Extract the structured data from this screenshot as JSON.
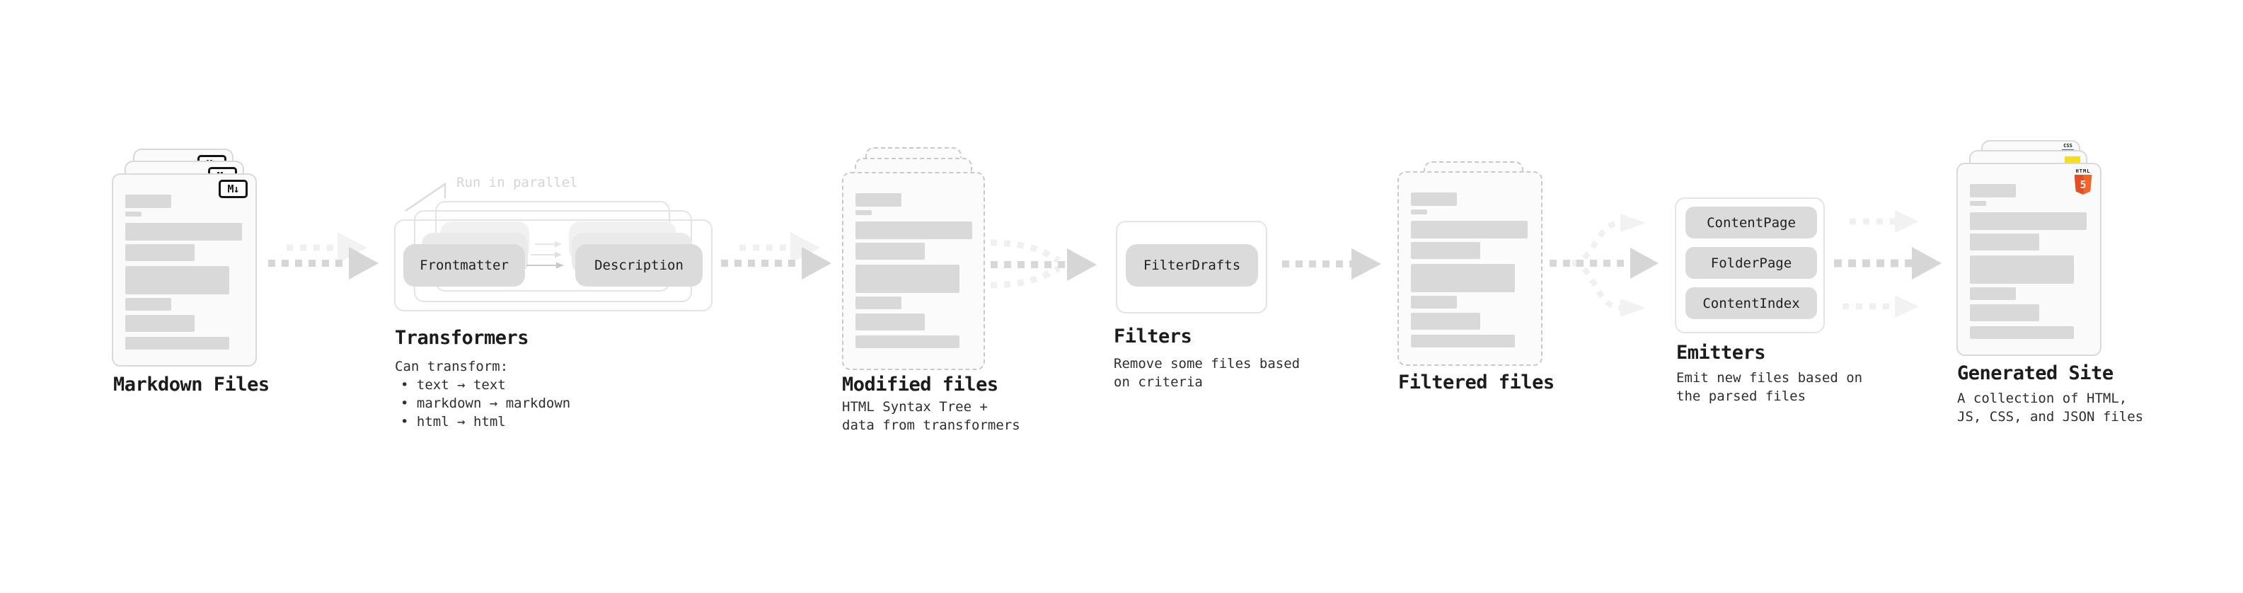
{
  "diagram": {
    "stages": {
      "markdown": {
        "title": "Markdown Files"
      },
      "transformers": {
        "title": "Transformers",
        "callout": "Run in parallel",
        "pill_left": "Frontmatter",
        "pill_right": "Description",
        "sub_heading": "Can transform:",
        "bullets": [
          "• text → text",
          "• markdown → markdown",
          "• html → html"
        ]
      },
      "modified": {
        "title": "Modified files",
        "sub": [
          "HTML Syntax Tree +",
          "data from transformers"
        ]
      },
      "filters": {
        "title": "Filters",
        "pill": "FilterDrafts",
        "sub": [
          "Remove some files based",
          "on criteria"
        ]
      },
      "filtered": {
        "title": "Filtered files"
      },
      "emitters": {
        "title": "Emitters",
        "pills": [
          "ContentPage",
          "FolderPage",
          "ContentIndex"
        ],
        "sub": [
          "Emit new files based on",
          "the parsed files"
        ]
      },
      "generated": {
        "title": "Generated Site",
        "sub": [
          "A collection of HTML,",
          "JS, CSS, and JSON files"
        ]
      }
    },
    "icons": {
      "markdown": "M↓",
      "html5_label": "HTML",
      "html5_number": "5",
      "css_label": "CSS"
    },
    "colors": {
      "html5_orange": "#e44d26",
      "js_yellow": "#f7df1e",
      "css_blue": "#2965f1",
      "bar_gray": "#d9d9d9",
      "arrow_dark": "#d6d6d6",
      "arrow_light": "#f0f0f0"
    }
  }
}
